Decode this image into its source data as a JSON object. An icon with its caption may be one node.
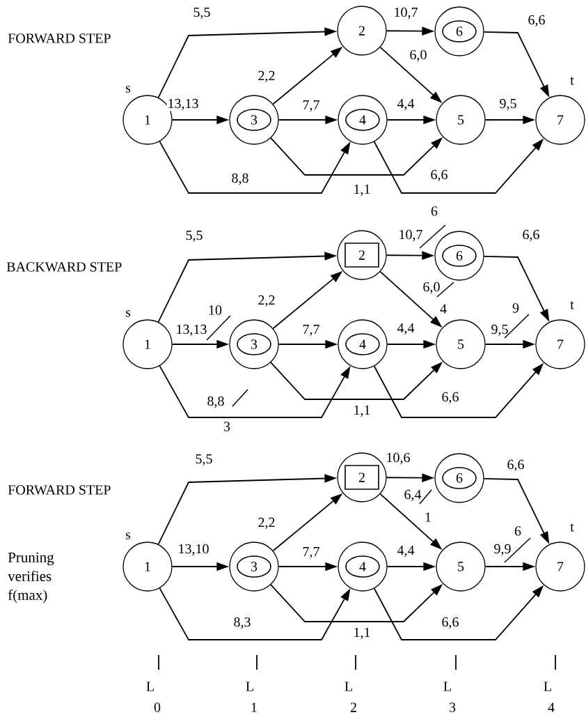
{
  "diagram": {
    "nodes": [
      {
        "text": [
          "1"
        ],
        "beside": [
          "s"
        ]
      },
      {
        "text": [
          "2"
        ]
      },
      {
        "text": [
          "3"
        ]
      },
      {
        "text": [
          "4"
        ]
      },
      {
        "text": [
          "5"
        ]
      },
      {
        "text": [
          "6"
        ]
      },
      {
        "text": [
          "7"
        ],
        "beside": [
          "t"
        ]
      },
      {
        "text": [
          "1"
        ],
        "beside": [
          "s"
        ]
      },
      {
        "text": [
          "2"
        ]
      },
      {
        "text": [
          "3"
        ]
      },
      {
        "text": [
          "4"
        ]
      },
      {
        "text": [
          "5"
        ]
      },
      {
        "text": [
          "6"
        ]
      },
      {
        "text": [
          "7"
        ],
        "beside": [
          "t"
        ]
      },
      {
        "text": [
          "1"
        ],
        "beside": [
          "s"
        ]
      },
      {
        "text": [
          "2"
        ]
      },
      {
        "text": [
          "3"
        ]
      },
      {
        "text": [
          "4"
        ]
      },
      {
        "text": [
          "5"
        ]
      },
      {
        "text": [
          "6"
        ]
      },
      {
        "text": [
          "7"
        ],
        "beside": [
          "t"
        ]
      }
    ],
    "edges": [
      {
        "from": 0,
        "to": 1,
        "arrow": "to",
        "label": "5,5"
      },
      {
        "from": 0,
        "to": 2,
        "arrow": "to",
        "label": "13,13"
      },
      {
        "from": 0,
        "to": 3,
        "arrow": "to",
        "label": "8,8"
      },
      {
        "from": 2,
        "to": 1,
        "arrow": "to",
        "label": "2,2"
      },
      {
        "from": 2,
        "to": 3,
        "arrow": "to",
        "label": "7,7"
      },
      {
        "from": 2,
        "to": 4,
        "arrow": "to",
        "label": "1,1"
      },
      {
        "from": 1,
        "to": 5,
        "arrow": "to",
        "label": "10,7"
      },
      {
        "from": 1,
        "to": 4,
        "arrow": "to",
        "label": "6,0"
      },
      {
        "from": 3,
        "to": 4,
        "arrow": "to",
        "label": "4,4"
      },
      {
        "from": 3,
        "to": 6,
        "arrow": "to",
        "label": "6,6"
      },
      {
        "from": 4,
        "to": 6,
        "arrow": "to",
        "label": "9,5"
      },
      {
        "from": 5,
        "to": 6,
        "arrow": "to",
        "label": "6,6"
      },
      {
        "from": 7,
        "to": 8,
        "arrow": "to",
        "label": "5,5"
      },
      {
        "from": 7,
        "to": 9,
        "arrow": "to",
        "label": "13,13"
      },
      {
        "from": 7,
        "to": 10,
        "arrow": "to",
        "label": "8,8"
      },
      {
        "from": 9,
        "to": 8,
        "arrow": "to",
        "label": "2,2"
      },
      {
        "from": 9,
        "to": 10,
        "arrow": "to",
        "label": "7,7"
      },
      {
        "from": 9,
        "to": 11,
        "arrow": "to",
        "label": "1,1"
      },
      {
        "from": 8,
        "to": 12,
        "arrow": "to",
        "label": "10,7"
      },
      {
        "from": 8,
        "to": 11,
        "arrow": "to",
        "label": "6,0"
      },
      {
        "from": 10,
        "to": 11,
        "arrow": "to",
        "label": "4,4"
      },
      {
        "from": 10,
        "to": 13,
        "arrow": "to",
        "label": "6,6"
      },
      {
        "from": 11,
        "to": 13,
        "arrow": "to",
        "label": "9,5"
      },
      {
        "from": 12,
        "to": 13,
        "arrow": "to",
        "label": "6,6"
      },
      {
        "from": 14,
        "to": 15,
        "arrow": "to",
        "label": "5,5"
      },
      {
        "from": 14,
        "to": 16,
        "arrow": "to",
        "label": "13,10"
      },
      {
        "from": 14,
        "to": 17,
        "arrow": "to",
        "label": "8,3"
      },
      {
        "from": 16,
        "to": 15,
        "arrow": "to",
        "label": "2,2"
      },
      {
        "from": 16,
        "to": 17,
        "arrow": "to",
        "label": "7,7"
      },
      {
        "from": 16,
        "to": 18,
        "arrow": "to",
        "label": "1,1"
      },
      {
        "from": 15,
        "to": 19,
        "arrow": "to",
        "label": "10,6"
      },
      {
        "from": 15,
        "to": 18,
        "arrow": "to",
        "label": "6,4"
      },
      {
        "from": 17,
        "to": 18,
        "arrow": "to",
        "label": "4,4"
      },
      {
        "from": 17,
        "to": 20,
        "arrow": "to",
        "label": "6,6"
      },
      {
        "from": 18,
        "to": 20,
        "arrow": "to",
        "label": "9,9"
      },
      {
        "from": 19,
        "to": 20,
        "arrow": "to",
        "label": "6,6"
      }
    ],
    "labels": [
      "FORWARD STEP",
      "BACKWARD STEP",
      "6",
      "10",
      "4",
      "9",
      "3",
      "FORWARD STEP",
      "Pruning verifies f(max)",
      "1",
      "6",
      "L",
      "0",
      "L",
      "1",
      "L",
      "2",
      "L",
      "3",
      "L",
      "4"
    ]
  }
}
